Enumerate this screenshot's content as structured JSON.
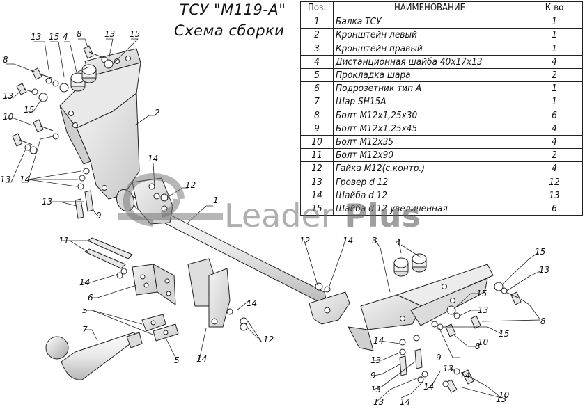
{
  "title": {
    "line1": "ТСУ \"M119-A\"",
    "line2": "Схема сборки"
  },
  "table": {
    "headers": [
      "Поз.",
      "НАИМЕНОВАНИЕ",
      "К-во"
    ],
    "rows": [
      {
        "pos": "1",
        "name": "Балка ТСУ",
        "qty": "1"
      },
      {
        "pos": "2",
        "name": "Кронштейн левый",
        "qty": "1"
      },
      {
        "pos": "3",
        "name": "Кронштейн правый",
        "qty": "1"
      },
      {
        "pos": "4",
        "name": "Дистанционная шайба 40х17х13",
        "qty": "4"
      },
      {
        "pos": "5",
        "name": "Прокладка шара",
        "qty": "2"
      },
      {
        "pos": "6",
        "name": "Подрозетник тип A",
        "qty": "1"
      },
      {
        "pos": "7",
        "name": "Шар SH15A",
        "qty": "1"
      },
      {
        "pos": "8",
        "name": "Болт M12x1,25x30",
        "qty": "6"
      },
      {
        "pos": "9",
        "name": "Болт M12x1.25x45",
        "qty": "4"
      },
      {
        "pos": "10",
        "name": "Болт M12x35",
        "qty": "4"
      },
      {
        "pos": "11",
        "name": "Болт M12x90",
        "qty": "2"
      },
      {
        "pos": "12",
        "name": "Гайка M12(с.контр.)",
        "qty": "4"
      },
      {
        "pos": "13",
        "name": "Гровер d 12",
        "qty": "12"
      },
      {
        "pos": "14",
        "name": "Шайба d 12",
        "qty": "13"
      },
      {
        "pos": "15",
        "name": "Шайба d 12 увеличенная",
        "qty": "6"
      }
    ]
  },
  "watermark": {
    "word1": "Leader",
    "word2": "Plus"
  },
  "callouts": [
    "13",
    "15",
    "4",
    "8",
    "13",
    "15",
    "8",
    "13",
    "15",
    "10",
    "13",
    "14",
    "13",
    "9",
    "2",
    "14",
    "12",
    "1",
    "11",
    "14",
    "6",
    "5",
    "7",
    "5",
    "14",
    "14",
    "12",
    "12",
    "14",
    "3",
    "4",
    "15",
    "13",
    "15",
    "13",
    "8",
    "15",
    "8",
    "14",
    "13",
    "9",
    "13",
    "9",
    "13",
    "14",
    "14",
    "13",
    "10",
    "14",
    "13",
    "10"
  ]
}
